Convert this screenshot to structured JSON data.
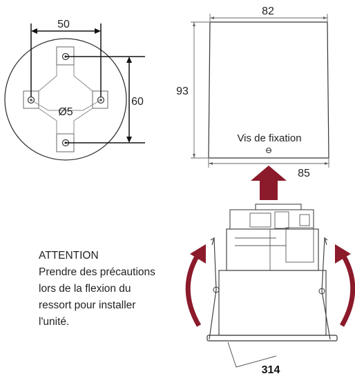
{
  "top_view": {
    "width_dim": "50",
    "height_dim": "60",
    "hole_dim": "Ø5"
  },
  "box_view": {
    "top_width": "82",
    "bottom_width": "85",
    "height": "93",
    "screw_label": "Vis de fixation"
  },
  "device_view": {
    "spring_dim": "314"
  },
  "attention": {
    "title": "ATTENTION",
    "lines": [
      "Prendre des précautions",
      "lors de la flexion du",
      "ressort pour installer",
      "l'unité."
    ]
  },
  "colors": {
    "arrow": "#8b1a2b",
    "line": "#333333",
    "hatch": "#999999"
  }
}
